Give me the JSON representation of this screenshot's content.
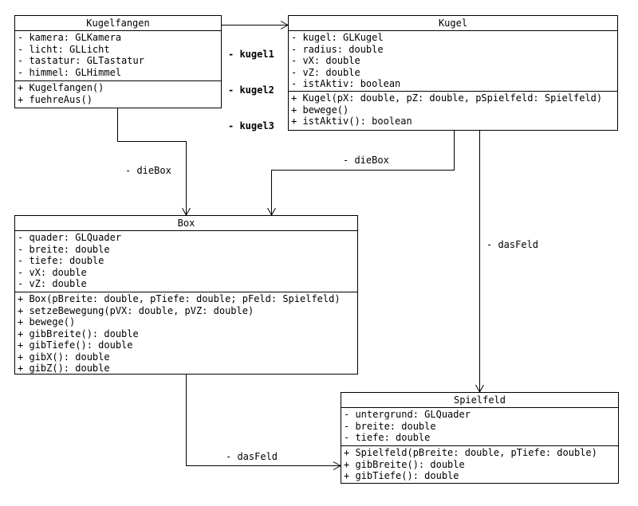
{
  "classes": {
    "kugelfangen": {
      "name": "Kugelfangen",
      "attributes": [
        "- kamera: GLKamera",
        "- licht: GLLicht",
        "- tastatur: GLTastatur",
        "- himmel: GLHimmel"
      ],
      "methods": [
        "+ Kugelfangen()",
        "+ fuehreAus()"
      ]
    },
    "kugel": {
      "name": "Kugel",
      "attributes": [
        "- kugel: GLKugel",
        "- radius: double",
        "- vX: double",
        "- vZ: double",
        "- istAktiv: boolean"
      ],
      "methods": [
        "+ Kugel(pX: double, pZ: double, pSpielfeld: Spielfeld)",
        "+ bewege()",
        "+ istAktiv(): boolean"
      ]
    },
    "box": {
      "name": "Box",
      "attributes": [
        "- quader: GLQuader",
        "- breite: double",
        "- tiefe: double",
        "- vX: double",
        "- vZ: double"
      ],
      "methods": [
        "+ Box(pBreite: double, pTiefe: double; pFeld: Spielfeld)",
        "+ setzeBewegung(pVX: double, pVZ: double)",
        "+ bewege()",
        "+ gibBreite(): double",
        "+ gibTiefe(): double",
        "+ gibX(): double",
        "+ gibZ(): double"
      ]
    },
    "spielfeld": {
      "name": "Spielfeld",
      "attributes": [
        "- untergrund: GLQuader",
        "- breite: double",
        "- tiefe: double"
      ],
      "methods": [
        "+ Spielfeld(pBreite: double, pTiefe: double)",
        "+ gibBreite(): double",
        "+ gibTiefe(): double"
      ]
    }
  },
  "associations": {
    "kugelfangen_kugel": [
      "- kugel1",
      "- kugel2",
      "- kugel3"
    ],
    "kugelfangen_box": "- dieBox",
    "kugel_box": "- dieBox",
    "kugel_spielfeld": "- dasFeld",
    "box_spielfeld": "- dasFeld"
  }
}
